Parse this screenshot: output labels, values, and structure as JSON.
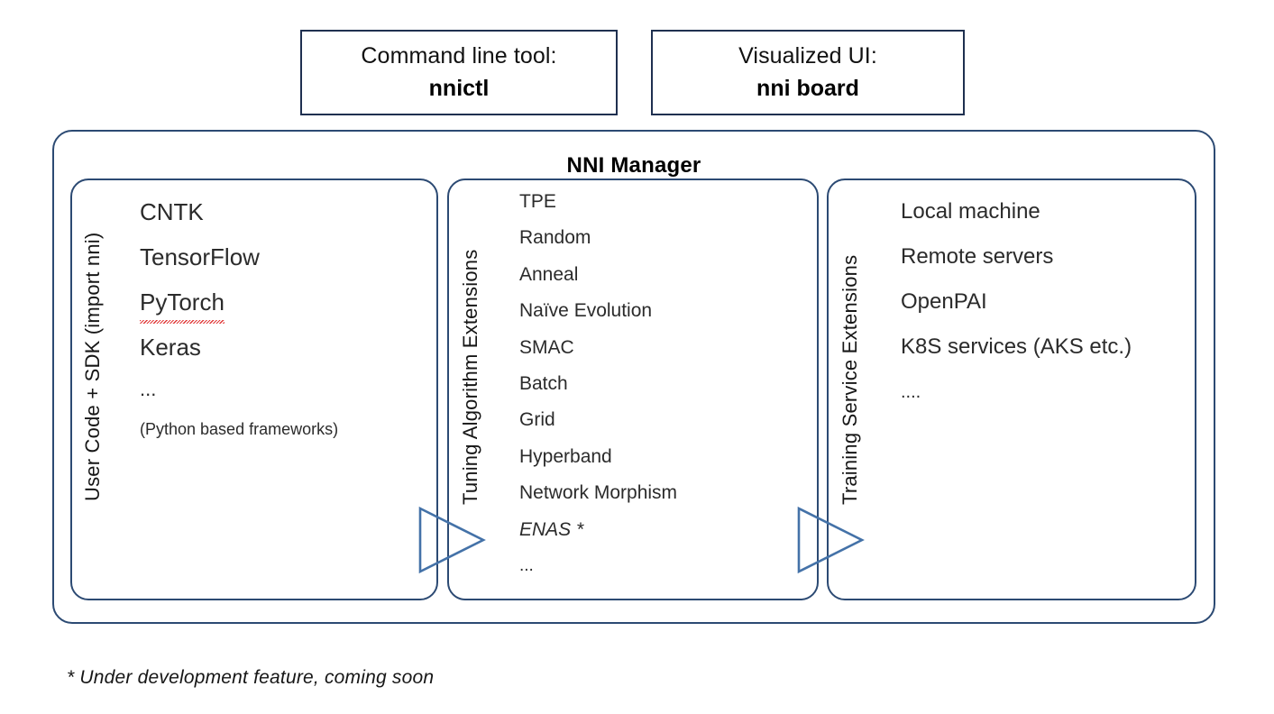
{
  "top_boxes": [
    {
      "name": "command-line-tool",
      "caption": "Command line tool:",
      "value": "nnictl"
    },
    {
      "name": "visualized-ui",
      "caption": "Visualized UI:",
      "value": "nni board"
    }
  ],
  "manager": {
    "title": "NNI Manager",
    "columns": [
      {
        "key": "user-code",
        "side_label": "User Code + SDK (import nni)",
        "items": [
          {
            "text": "CNTK",
            "style": "normal"
          },
          {
            "text": "TensorFlow",
            "style": "normal"
          },
          {
            "text": "PyTorch",
            "style": "spellcheck-error"
          },
          {
            "text": "Keras",
            "style": "normal"
          },
          {
            "text": "...",
            "style": "dots"
          },
          {
            "text": "(Python based frameworks)",
            "style": "small"
          }
        ]
      },
      {
        "key": "tuning-algorithms",
        "side_label": "Tuning Algorithm Extensions",
        "items": [
          {
            "text": "TPE",
            "style": "normal"
          },
          {
            "text": "Random",
            "style": "normal"
          },
          {
            "text": "Anneal",
            "style": "normal"
          },
          {
            "text": "Naïve Evolution",
            "style": "normal"
          },
          {
            "text": "SMAC",
            "style": "normal"
          },
          {
            "text": "Batch",
            "style": "normal"
          },
          {
            "text": "Grid",
            "style": "normal"
          },
          {
            "text": "Hyperband",
            "style": "normal"
          },
          {
            "text": "Network Morphism",
            "style": "normal"
          },
          {
            "text": "ENAS *",
            "style": "italic"
          },
          {
            "text": "...",
            "style": "dots"
          }
        ]
      },
      {
        "key": "training-services",
        "side_label": "Training Service Extensions",
        "items": [
          {
            "text": "Local machine",
            "style": "normal"
          },
          {
            "text": "Remote servers",
            "style": "normal"
          },
          {
            "text": "OpenPAI",
            "style": "normal"
          },
          {
            "text": "K8S services (AKS etc.)",
            "style": "normal"
          },
          {
            "text": "....",
            "style": "dots"
          }
        ]
      }
    ]
  },
  "arrows": [
    {
      "name": "arrow-user-code-to-tuning",
      "direction": "right"
    },
    {
      "name": "arrow-tuning-to-training",
      "direction": "right"
    }
  ],
  "footnote": "* Under development feature, coming soon",
  "colors": {
    "top_box_border": "#1f3050",
    "container_border": "#2c4a73",
    "arrow_stroke": "#4472a8",
    "text": "#2b2b2b",
    "spellcheck_underline": "#e03a3a",
    "background": "#ffffff"
  }
}
